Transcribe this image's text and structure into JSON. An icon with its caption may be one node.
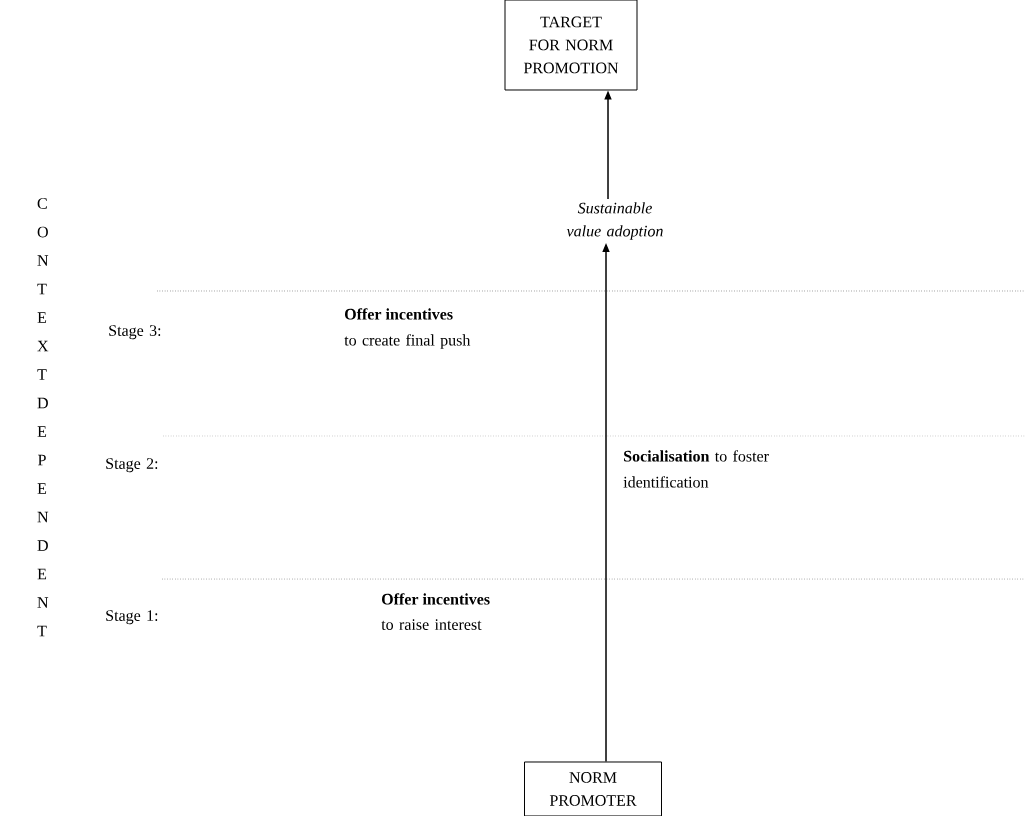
{
  "diagram": {
    "nodes": [
      {
        "text": [
          "TARGET FOR NORM PROMOTION"
        ]
      },
      {
        "text": [
          "Sustainable value adoption"
        ]
      },
      {
        "text": [
          "NORM PROMOTER"
        ]
      }
    ],
    "edges": [
      {
        "from": 2,
        "to": 1,
        "arrow": "to"
      },
      {
        "from": 1,
        "to": 0,
        "arrow": "to"
      }
    ],
    "labels": [
      "CONTEXT DEPENDENT",
      "Stage 3:",
      "Offer incentives",
      "to create final push",
      "Stage 2:",
      "**Socialisation** to foster identification",
      "Stage 1:",
      "Offer incentives",
      "to raise interest"
    ]
  }
}
